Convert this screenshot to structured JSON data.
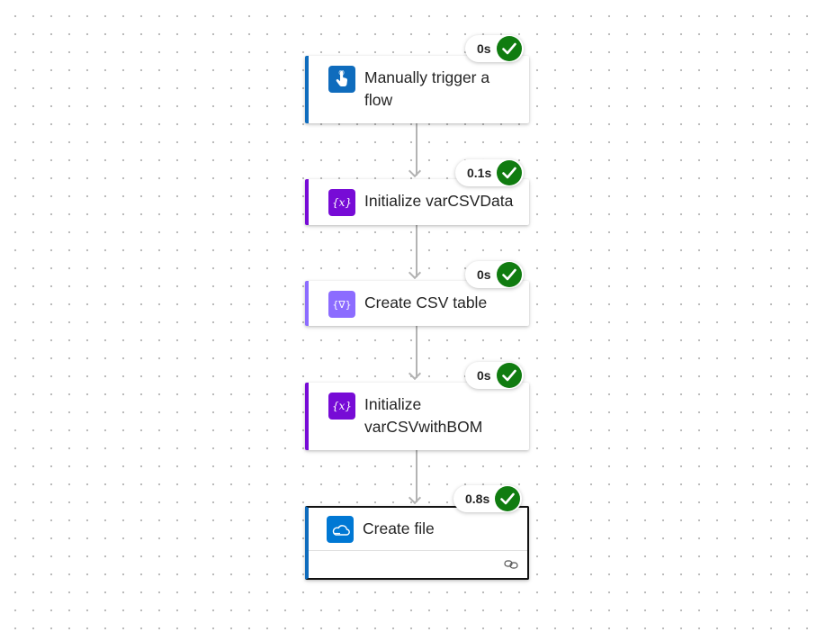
{
  "flow": {
    "steps": [
      {
        "title": "Manually trigger a flow",
        "title_line1": "Manually trigger a",
        "title_line2": "flow",
        "duration": "0s",
        "icon": "hand-touch-icon",
        "accent": "#0f6cbd",
        "icon_bg": "#0f6cbd"
      },
      {
        "title": "Initialize varCSVData",
        "duration": "0.1s",
        "icon": "variable-icon",
        "accent": "#770bd6",
        "icon_bg": "#770bd6"
      },
      {
        "title": "Create CSV table",
        "duration": "0s",
        "icon": "data-operation-icon",
        "accent": "#8c6cff",
        "icon_bg": "#8c6cff"
      },
      {
        "title": "Initialize varCSVwithBOM",
        "title_line1": "Initialize",
        "title_line2": "varCSVwithBOM",
        "duration": "0s",
        "icon": "variable-icon",
        "accent": "#770bd6",
        "icon_bg": "#770bd6"
      },
      {
        "title": "Create file",
        "duration": "0.8s",
        "icon": "onedrive-cloud-icon",
        "accent": "#0f6cbd",
        "icon_bg": "#0078d4",
        "selected": true,
        "footer_icon": "link-icon"
      }
    ],
    "status_color": "#107c10"
  }
}
